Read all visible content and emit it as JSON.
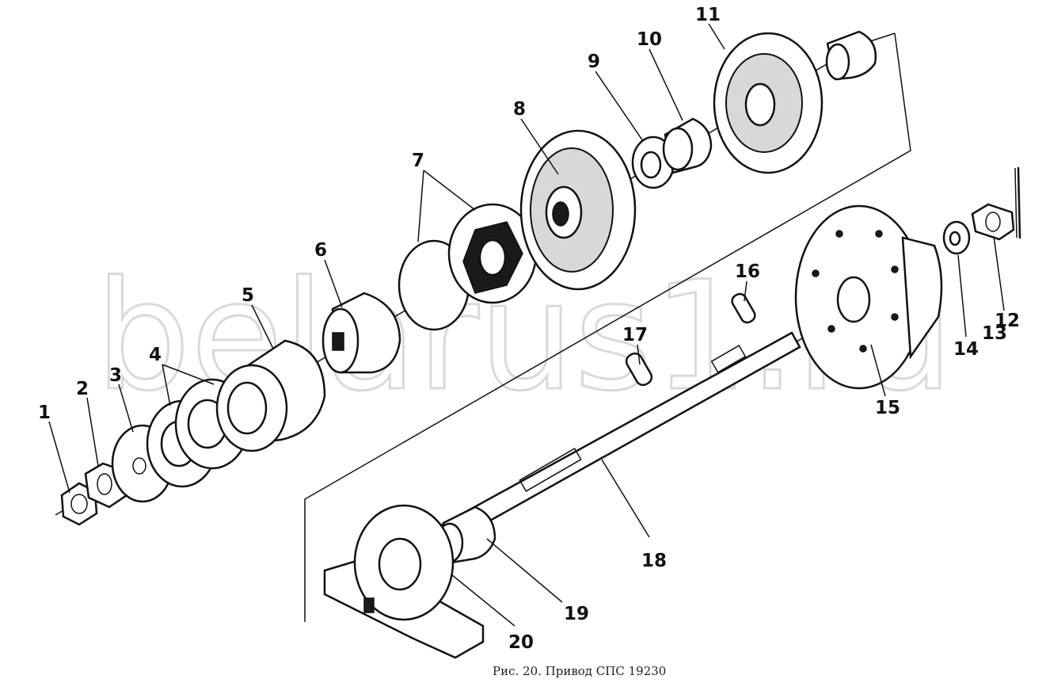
{
  "figure": {
    "caption": "Рис. 20. Привод СПС 19230",
    "watermark": "belarus1.ru"
  },
  "callouts": [
    {
      "id": "1",
      "text": "1"
    },
    {
      "id": "2",
      "text": "2"
    },
    {
      "id": "3",
      "text": "3"
    },
    {
      "id": "4",
      "text": "4"
    },
    {
      "id": "5",
      "text": "5"
    },
    {
      "id": "6",
      "text": "6"
    },
    {
      "id": "7",
      "text": "7"
    },
    {
      "id": "8",
      "text": "8"
    },
    {
      "id": "9",
      "text": "9"
    },
    {
      "id": "10",
      "text": "10"
    },
    {
      "id": "11",
      "text": "11"
    },
    {
      "id": "12",
      "text": "12"
    },
    {
      "id": "13",
      "text": "13"
    },
    {
      "id": "14",
      "text": "14"
    },
    {
      "id": "15",
      "text": "15"
    },
    {
      "id": "16",
      "text": "16"
    },
    {
      "id": "17",
      "text": "17"
    },
    {
      "id": "18",
      "text": "18"
    },
    {
      "id": "19",
      "text": "19"
    },
    {
      "id": "20",
      "text": "20"
    }
  ]
}
